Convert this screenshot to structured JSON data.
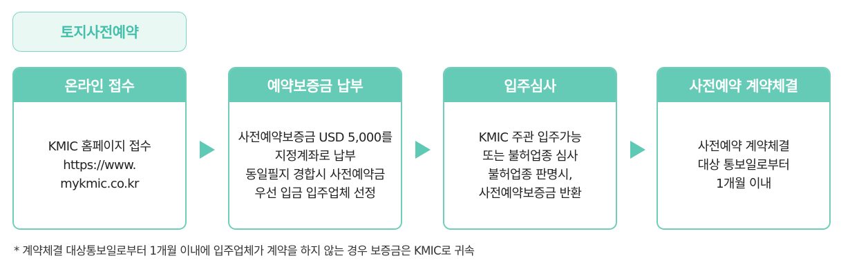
{
  "title": "토지사전예약",
  "steps": [
    {
      "heading": "온라인 접수",
      "lines": [
        "KMIC 홈페이지 접수",
        "https://www.",
        "mykmic.co.kr"
      ]
    },
    {
      "heading": "예약보증금 납부",
      "lines": [
        "사전예약보증금 USD 5,000를",
        "지정계좌로 납부",
        "동일필지 경합시 사전예약금",
        "우선 입금 입주업체 선정"
      ]
    },
    {
      "heading": "입주심사",
      "lines": [
        "KMIC 주관 입주가능",
        "또는 불허업종 심사",
        "불허업종 판명시,",
        "사전예약보증금 반환"
      ]
    },
    {
      "heading": "사전예약 계약체결",
      "lines": [
        "사전예약 계약체결",
        "대상 통보일로부터",
        "1개월 이내"
      ]
    }
  ],
  "footnote": "* 계약체결 대상통보일로부터 1개월 이내에 입주업체가 계약을 하지 않는 경우 보증금은 KMIC로 귀속",
  "colors": {
    "accent": "#65cbb7",
    "title_text": "#43bfaa",
    "title_bg": "#eaf8f4"
  }
}
